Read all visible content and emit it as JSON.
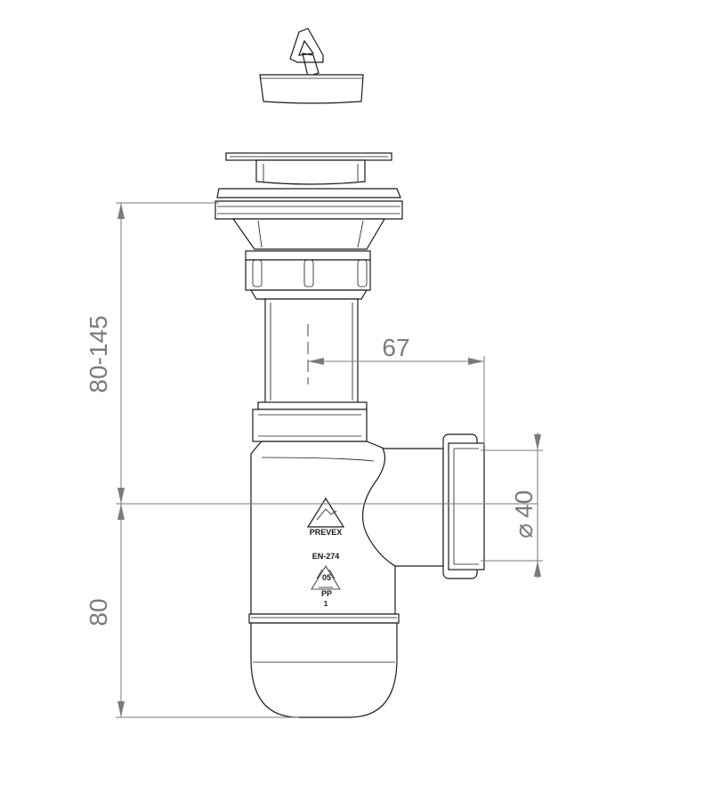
{
  "dimensions": {
    "total_height": "80-145",
    "lower_height": "80",
    "outlet_offset": "67",
    "outlet_symbol": "⌀",
    "outlet_diameter": "40"
  },
  "markings": {
    "brand": "PREVEX",
    "standard": "EN-274",
    "recycle_code": "05",
    "material": "PP",
    "variant": "1"
  }
}
